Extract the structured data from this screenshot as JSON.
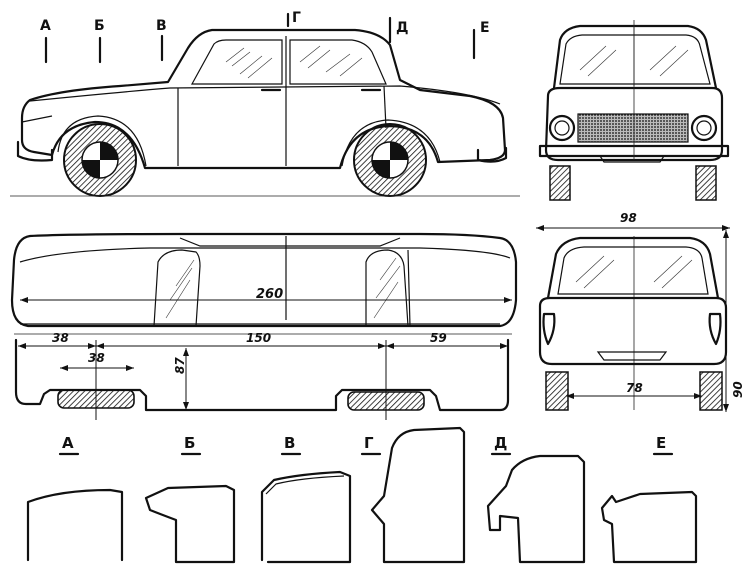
{
  "section_markers": [
    "А",
    "Б",
    "В",
    "Г",
    "Д",
    "Е"
  ],
  "cross_section_labels": [
    "А",
    "Б",
    "В",
    "Г",
    "Д",
    "Е"
  ],
  "dimensions": {
    "length": "260",
    "front_overhang": "38",
    "wheelbase": "150",
    "rear_overhang": "59",
    "front_wheel_offset": "38",
    "height_87": "87",
    "width": "98",
    "height": "90",
    "track": "78"
  },
  "colors": {
    "ink": "#111111",
    "paper": "#ffffff"
  }
}
